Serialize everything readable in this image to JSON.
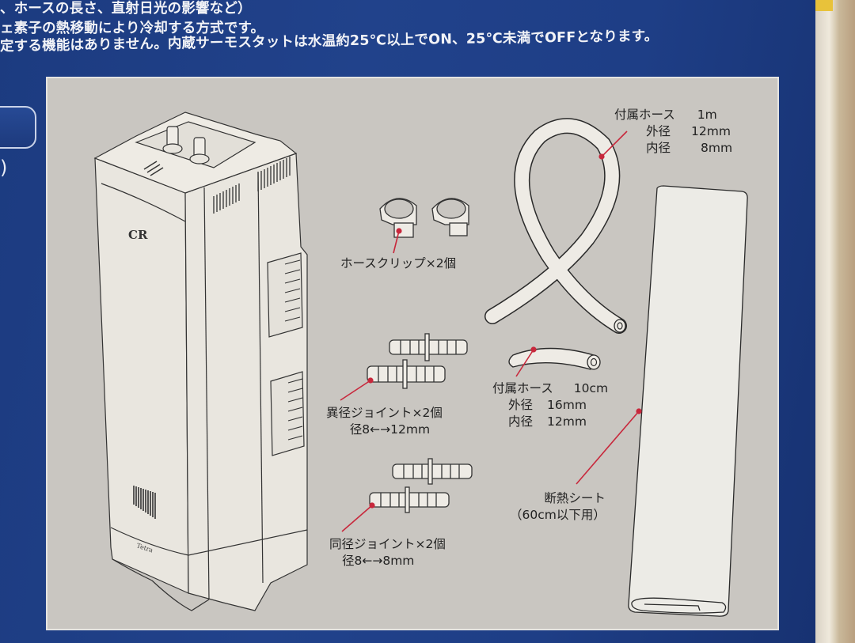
{
  "notes": {
    "line1": "、ホースの長さ、直射日光の影響など）",
    "line2": "ェ素子の熱移動により冷却する方式です。",
    "line3": "定する機能はありません。内蔵サーモスタットは水温約25℃以上でON、25℃未満でOFFとなります。"
  },
  "left_paren": ")",
  "product": {
    "logo": "CR",
    "brand": "Tetra"
  },
  "parts": {
    "hose_clip": {
      "label": "ホースクリップ×2個"
    },
    "reducer_joint": {
      "label": "異径ジョイント×2個",
      "spec": "径8←→12mm"
    },
    "straight_joint": {
      "label": "同径ジョイント×2個",
      "spec": "径8←→8mm"
    },
    "hose_1m": {
      "name": "付属ホース",
      "length": "1m",
      "outer_label": "外径",
      "outer_value": "12mm",
      "inner_label": "内径",
      "inner_value": "8mm"
    },
    "hose_10cm": {
      "name": "付属ホース",
      "length": "10cm",
      "outer_label": "外径",
      "outer_value": "16mm",
      "inner_label": "内径",
      "inner_value": "12mm"
    },
    "insulation_sheet": {
      "label": "断熱シート",
      "note": "（60cm以下用）"
    }
  },
  "colors": {
    "box_blue": "#1f3f85",
    "panel_gray": "#c9c6c1",
    "leader_red": "#c8283c",
    "outline": "#2a2a2a"
  }
}
